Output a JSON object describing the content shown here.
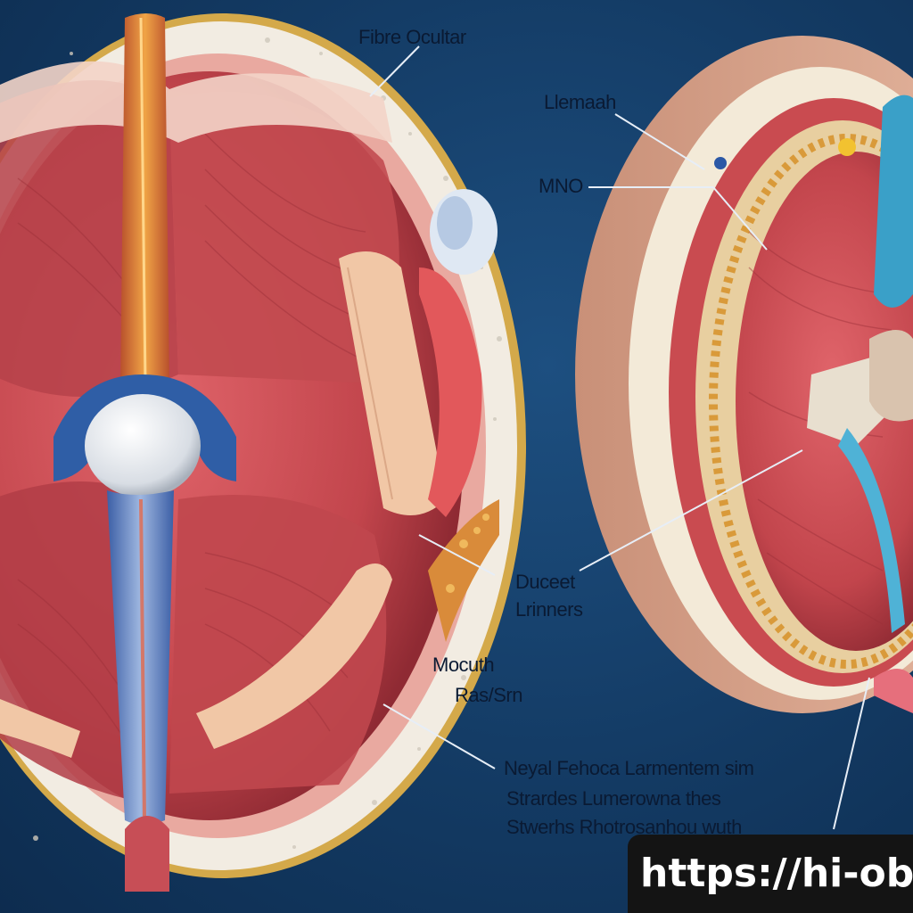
{
  "labels": {
    "top": "Fibre Ocultar",
    "upper_right": "Llemaah",
    "mno": "MNO",
    "mid_right_1": "Duceet",
    "mid_right_2": "Lrinners",
    "lower_1": "Mocuth",
    "lower_2": "Ras/Srn",
    "bottom_1": "Neyal Fehoca Larmentem sim",
    "bottom_2": "Strardes Lumerowna thes",
    "bottom_3": "Stwerhs Rhotrosanhou wuth"
  },
  "watermark": {
    "text": "https://hi-ob"
  },
  "colors": {
    "background": "#133a63",
    "muscle": "#c94a4f",
    "bone": "#f4ede0",
    "tendon": "#d98b3a",
    "blue_structure": "#2e5fa8"
  }
}
